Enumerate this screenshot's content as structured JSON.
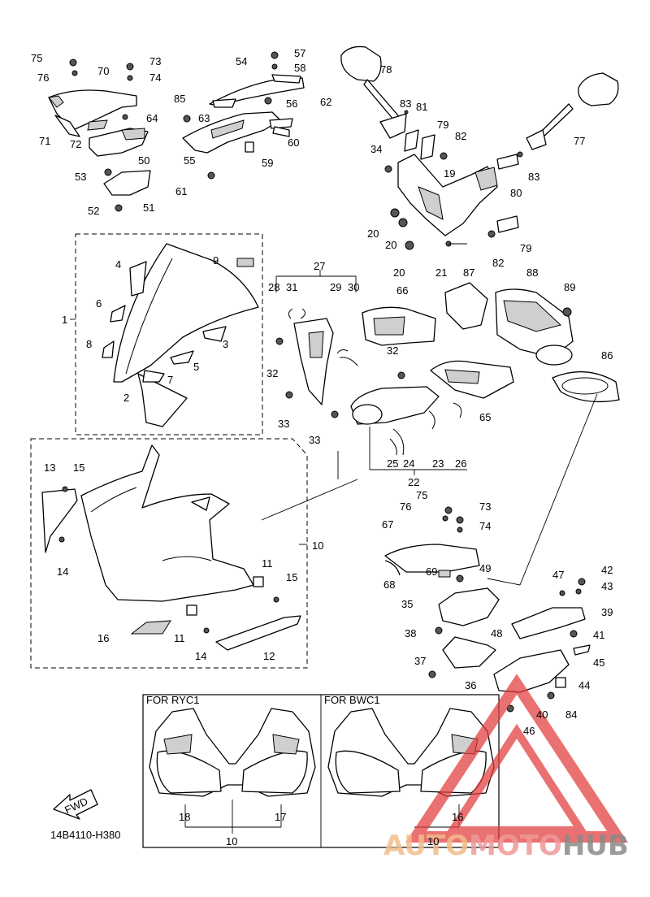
{
  "diagram_code": "14B4110-H380",
  "fwd_label": "FWD",
  "boxes": {
    "ryc1_caption": "FOR RYC1",
    "bwc1_caption": "FOR BWC1"
  },
  "watermark": {
    "part1": "AUTO",
    "part2": "MOTO",
    "part3": "HUB",
    "triangle_color": "#e23b3b",
    "text_color_1": "#f3bd8a",
    "text_color_2": "#ef9a9a",
    "text_color_3": "#8a8a8a"
  },
  "labels": {
    "l1": "1",
    "l2": "2",
    "l3": "3",
    "l4": "4",
    "l5": "5",
    "l6": "6",
    "l7": "7",
    "l8": "8",
    "l9": "9",
    "l10a": "10",
    "l10b": "10",
    "l10c": "10",
    "l11a": "11",
    "l11b": "11",
    "l12": "12",
    "l13": "13",
    "l14a": "14",
    "l14b": "14",
    "l15a": "15",
    "l15b": "15",
    "l16a": "16",
    "l16b": "16",
    "l17": "17",
    "l18": "18",
    "l19": "19",
    "l20a": "20",
    "l20b": "20",
    "l20c": "20",
    "l21": "21",
    "l22": "22",
    "l23": "23",
    "l24": "24",
    "l25": "25",
    "l26": "26",
    "l27": "27",
    "l28": "28",
    "l29": "29",
    "l30": "30",
    "l31": "31",
    "l32a": "32",
    "l32b": "32",
    "l33a": "33",
    "l33b": "33",
    "l34": "34",
    "l35": "35",
    "l36": "36",
    "l37": "37",
    "l38": "38",
    "l39": "39",
    "l40": "40",
    "l41": "41",
    "l42": "42",
    "l43": "43",
    "l44": "44",
    "l45": "45",
    "l46": "46",
    "l47": "47",
    "l48": "48",
    "l49": "49",
    "l50": "50",
    "l51": "51",
    "l52": "52",
    "l53": "53",
    "l54": "54",
    "l55": "55",
    "l56": "56",
    "l57": "57",
    "l58": "58",
    "l59": "59",
    "l60": "60",
    "l61": "61",
    "l62": "62",
    "l63": "63",
    "l64": "64",
    "l65": "65",
    "l66": "66",
    "l67": "67",
    "l68": "68",
    "l69": "69",
    "l70": "70",
    "l71": "71",
    "l72": "72",
    "l73a": "73",
    "l73b": "73",
    "l74a": "74",
    "l74b": "74",
    "l75a": "75",
    "l75b": "75",
    "l76a": "76",
    "l76b": "76",
    "l77": "77",
    "l78": "78",
    "l79a": "79",
    "l79b": "79",
    "l80": "80",
    "l81": "81",
    "l82a": "82",
    "l82b": "82",
    "l83a": "83",
    "l83b": "83",
    "l84": "84",
    "l85": "85",
    "l86": "86",
    "l87": "87",
    "l88": "88",
    "l89": "89"
  }
}
